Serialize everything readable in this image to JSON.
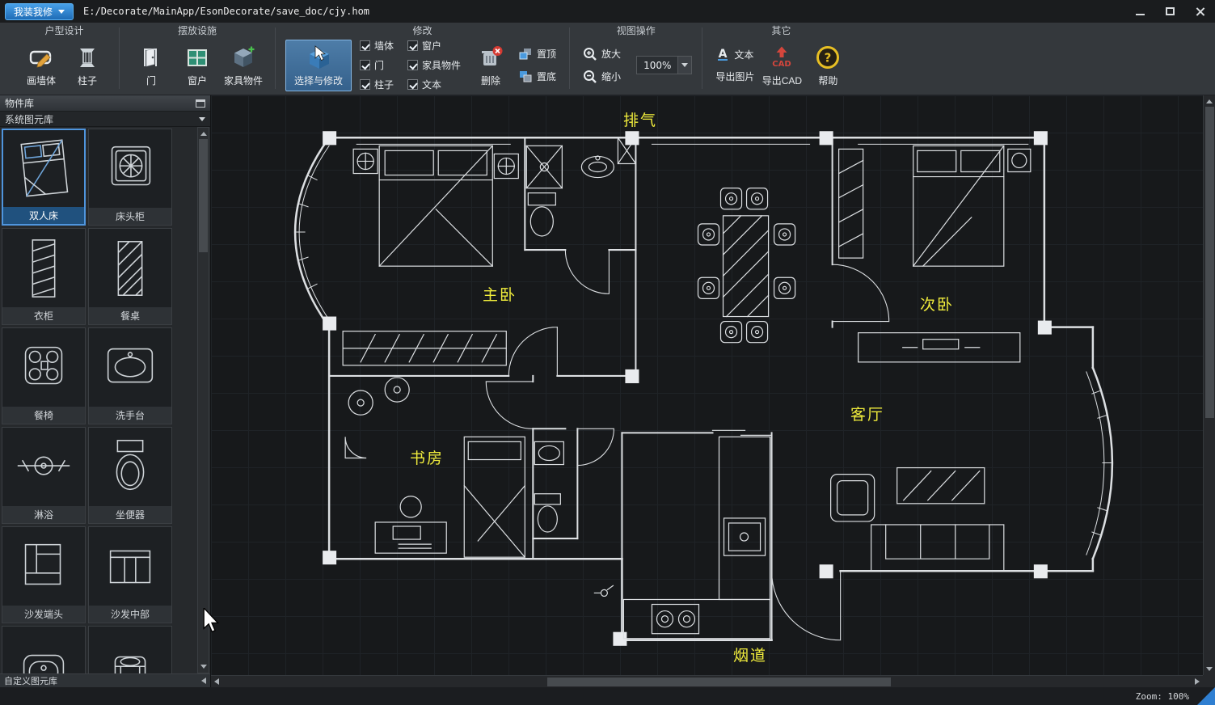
{
  "titlebar": {
    "app_button": "我装我修",
    "file_path": "E:/Decorate/MainApp/EsonDecorate/save_doc/cjy.hom"
  },
  "ribbon": {
    "group_labels": [
      "户型设计",
      "摆放设施",
      "修改",
      "视图操作",
      "其它"
    ],
    "buttons": {
      "draw_wall": "画墙体",
      "column": "柱子",
      "door": "门",
      "window": "窗户",
      "furniture": "家具物件",
      "select_modify": "选择与修改",
      "delete": "删除",
      "bring_front": "置顶",
      "send_back": "置底",
      "zoom_in": "放大",
      "zoom_out": "缩小",
      "text_tool": "文本",
      "export_image": "导出图片",
      "export_cad": "导出CAD",
      "help": "帮助"
    },
    "zoom_combo_value": "100%",
    "filters": [
      "墙体",
      "门",
      "柱子",
      "窗户",
      "家具物件",
      "文本"
    ]
  },
  "sidebar": {
    "title": "物件库",
    "library_select": "系统图元库",
    "items": [
      {
        "label": "双人床",
        "icon": "double-bed",
        "selected": true
      },
      {
        "label": "床头柜",
        "icon": "nightstand",
        "selected": false
      },
      {
        "label": "衣柜",
        "icon": "wardrobe",
        "selected": false
      },
      {
        "label": "餐桌",
        "icon": "dining-table",
        "selected": false
      },
      {
        "label": "餐椅",
        "icon": "dining-chair",
        "selected": false
      },
      {
        "label": "洗手台",
        "icon": "washbasin",
        "selected": false
      },
      {
        "label": "淋浴",
        "icon": "shower",
        "selected": false
      },
      {
        "label": "坐便器",
        "icon": "toilet",
        "selected": false
      },
      {
        "label": "沙发端头",
        "icon": "sofa-end",
        "selected": false
      },
      {
        "label": "沙发中部",
        "icon": "sofa-middle",
        "selected": false
      }
    ],
    "footer": "自定义图元库"
  },
  "canvas": {
    "room_labels": [
      {
        "text": "排气"
      },
      {
        "text": "主卧"
      },
      {
        "text": "次卧"
      },
      {
        "text": "客厅"
      },
      {
        "text": "书房"
      },
      {
        "text": "烟道"
      }
    ]
  },
  "statusbar": {
    "zoom_text": "Zoom: 100%"
  },
  "colors": {
    "accent": "#2f7fd1",
    "room_label": "#f0ec3c",
    "plan_line": "#dcdfe2"
  }
}
